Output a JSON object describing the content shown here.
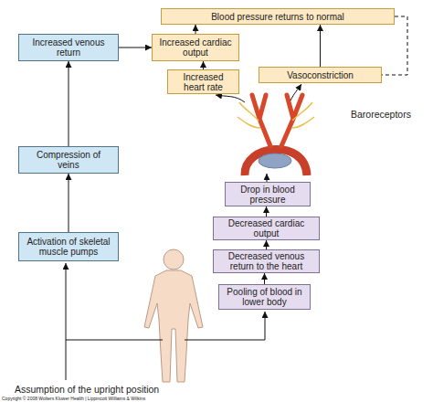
{
  "diagram": {
    "nodes": [
      {
        "text": [
          "Blood pressure returns to normal"
        ]
      },
      {
        "text": [
          "Increased venous return"
        ]
      },
      {
        "text": [
          "Increased cardiac output"
        ]
      },
      {
        "text": [
          "Increased heart rate"
        ]
      },
      {
        "text": [
          "Vasoconstriction"
        ]
      },
      {
        "text": [
          "Compression of veins"
        ]
      },
      {
        "text": [
          "Drop in blood pressure"
        ]
      },
      {
        "text": [
          "Decreased cardiac output"
        ]
      },
      {
        "text": [
          "Activation of skeletal muscle pumps"
        ]
      },
      {
        "text": [
          "Decreased venous return to the heart"
        ]
      },
      {
        "text": [
          "Pooling of blood in lower body"
        ]
      }
    ],
    "edges": [
      {
        "from": 10,
        "to": 9,
        "arrow": "to"
      },
      {
        "from": 9,
        "to": 7,
        "arrow": "to"
      },
      {
        "from": 7,
        "to": 6,
        "arrow": "to"
      },
      {
        "from": 3,
        "to": 2,
        "arrow": "to"
      },
      {
        "from": 2,
        "to": 0,
        "arrow": "to"
      },
      {
        "from": 4,
        "to": 0,
        "arrow": "to"
      },
      {
        "from": 1,
        "to": 2,
        "arrow": "to"
      },
      {
        "from": 8,
        "to": 5,
        "arrow": "to"
      },
      {
        "from": 5,
        "to": 1,
        "arrow": "to"
      },
      {
        "from": 0,
        "to": 4,
        "arrow": "none"
      }
    ],
    "labels": [
      "Baroreceptors",
      "Assumption of the upright position",
      "Copyright © 2008 Wolters Kluwer Health | Lippincott Williams & Wilkins"
    ]
  }
}
